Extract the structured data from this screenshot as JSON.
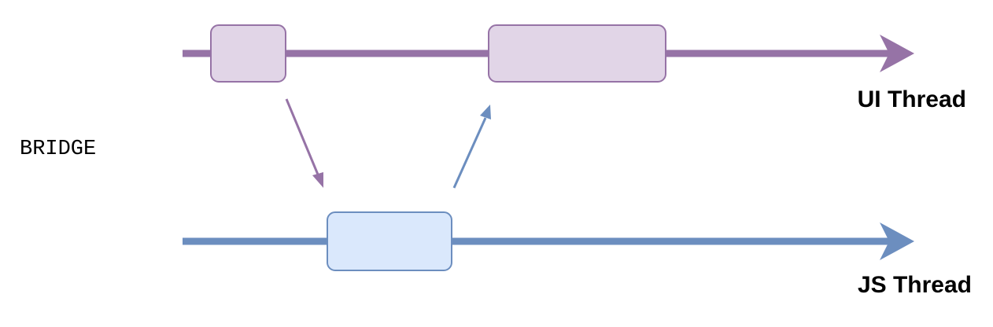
{
  "labels": {
    "bridge": "BRIDGE",
    "ui_thread": "UI Thread",
    "js_thread": "JS Thread"
  },
  "colors": {
    "ui_line": "#9673a6",
    "ui_box_fill": "#e1d5e7",
    "js_line": "#6c8ebf",
    "js_box_fill": "#dae8fc"
  }
}
